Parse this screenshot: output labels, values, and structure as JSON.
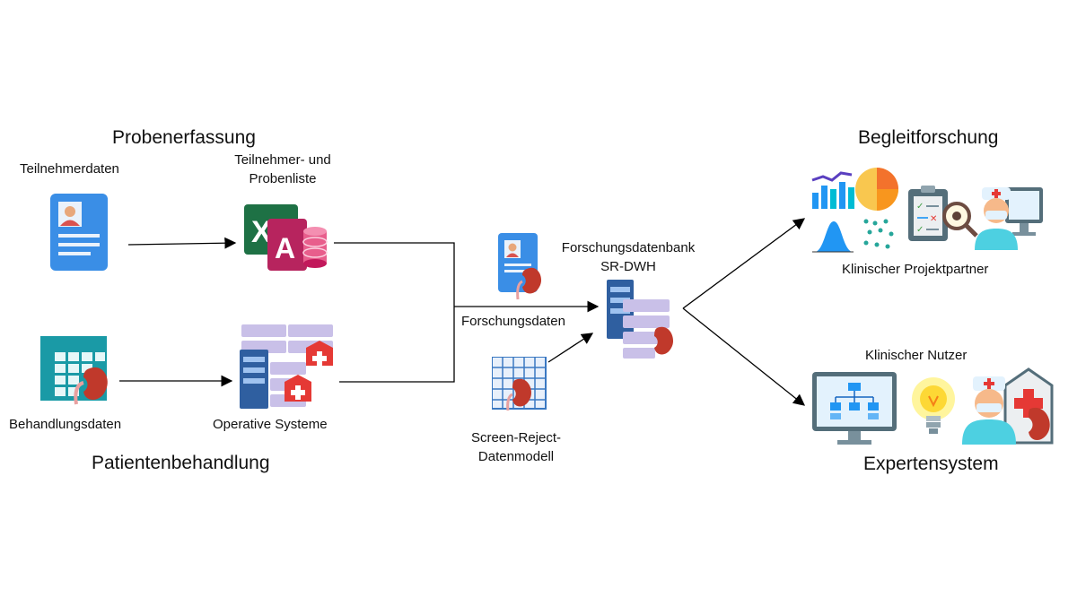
{
  "sections": {
    "left_top": "Probenerfassung",
    "left_bottom": "Patientenbehandlung",
    "right_top": "Begleitforschung",
    "right_bottom": "Expertensystem"
  },
  "nodes": {
    "participant_data": "Teilnehmerdaten",
    "participant_list_line1": "Teilnehmer- und",
    "participant_list_line2": "Probenliste",
    "treatment_data": "Behandlungsdaten",
    "operative_systems": "Operative Systeme",
    "research_data": "Forschungsdaten",
    "data_model_line1": "Screen-Reject-",
    "data_model_line2": "Datenmodell",
    "research_db_line1": "Forschungsdatenbank",
    "research_db_line2": "SR-DWH",
    "clinical_partner": "Klinischer Projektpartner",
    "clinical_user": "Klinischer Nutzer"
  },
  "icons": [
    "contact-card-icon",
    "excel-icon",
    "access-icon",
    "database-icon",
    "table-grid-icon",
    "kidney-icon",
    "server-icon",
    "hospital-icon",
    "charts-icon",
    "pie-chart-icon",
    "clipboard-icon",
    "magnifier-eye-icon",
    "doctor-icon",
    "monitor-icon",
    "lightbulb-icon",
    "hospital-building-icon"
  ],
  "colors": {
    "excel_green": "#1e7145",
    "access_magenta": "#a4373a",
    "kidney_red": "#c0392b",
    "card_blue": "#3a8ee6",
    "grid_teal": "#1a9aa6",
    "server_blue": "#2f5fa0",
    "lavender": "#c9c0e8",
    "pie_orange": "#f39c12"
  }
}
